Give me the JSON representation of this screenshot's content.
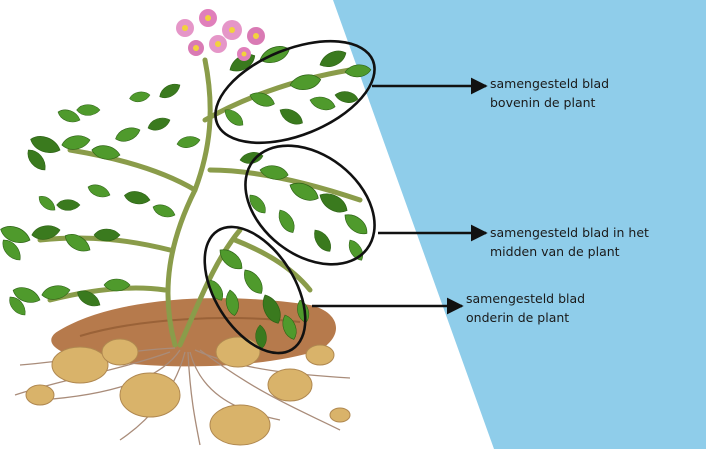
{
  "colors": {
    "background_panel": "#8fcdea",
    "leaf": "#4f9a2c",
    "leaf_dark": "#3a7a1e",
    "stem": "#8a9c4a",
    "flower": "#e596c8",
    "tuber": "#d9b36a",
    "soil": "#b67a4c",
    "root": "#a98c7a",
    "outline": "#111111"
  },
  "annotations": [
    {
      "line1": "samengesteld blad",
      "line2": "bovenin de plant"
    },
    {
      "line1": "samengesteld blad in het",
      "line2": "midden van de plant"
    },
    {
      "line1": "samengesteld blad",
      "line2": "onderin de plant"
    }
  ]
}
